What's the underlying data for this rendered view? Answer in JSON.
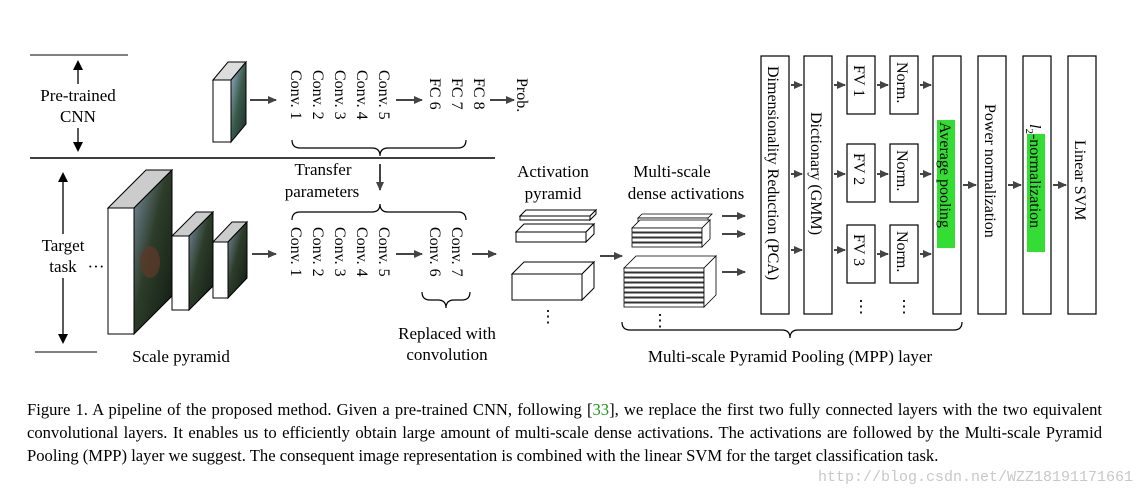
{
  "sections": {
    "pretrained": [
      "Pre-trained",
      "CNN"
    ],
    "target": [
      "Target",
      "task"
    ],
    "target_ellipsis": "···"
  },
  "pretrained_layers": {
    "group_a": [
      "Conv. 1",
      "Conv. 2",
      "Conv. 3",
      "Conv. 4",
      "Conv. 5"
    ],
    "group_b": [
      "FC 6",
      "FC 7",
      "FC 8"
    ],
    "output": "Prob."
  },
  "transfer_label": [
    "Transfer",
    "parameters"
  ],
  "target_layers": {
    "group_a": [
      "Conv. 1",
      "Conv. 2",
      "Conv. 3",
      "Conv. 4",
      "Conv. 5"
    ],
    "group_b": [
      "Conv. 6",
      "Conv. 7"
    ]
  },
  "replaced_label": [
    "Replaced with",
    "convolution"
  ],
  "scale_pyramid_label": "Scale pyramid",
  "activation_pyramid_label": [
    "Activation",
    "pyramid"
  ],
  "multiscale_label": [
    "Multi-scale",
    "dense activations"
  ],
  "mpp_label": "Multi-scale Pyramid Pooling (MPP) layer",
  "mpp_blocks": {
    "pca": "Dimensionality Reduction (PCA)",
    "gmm": "Dictionary (GMM)",
    "fv": [
      "FV 1",
      "FV 2",
      "FV 3"
    ],
    "norm": [
      "Norm.",
      "Norm.",
      "Norm."
    ],
    "avg_pool": "Average pooling",
    "power_norm": "Power normalization",
    "l2_norm_sub": "2",
    "l2_norm_rest": "-normalization",
    "l2_norm_l": "l",
    "svm": "Linear SVM",
    "vdots": "⋮"
  },
  "highlight_color": "#33dd33",
  "caption": {
    "part1": "Figure 1. A pipeline of the proposed method. Given a pre-trained CNN, following [",
    "ref": "33",
    "part2": "], we replace the first two fully connected layers with the two equivalent convolutional layers. It enables us to efficiently obtain large amount of multi-scale dense activations. The activations are followed by the Multi-scale Pyramid Pooling (MPP) layer we suggest. The consequent image representation is combined with the linear SVM for the target classification task."
  },
  "watermark": "http://blog.csdn.net/WZZ18191171661"
}
